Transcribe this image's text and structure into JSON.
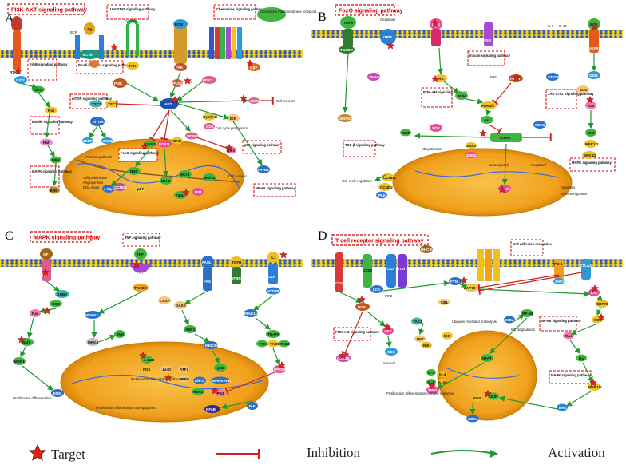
{
  "panels": [
    {
      "letter": "A",
      "title": "PI3K-AKT signaling pathway",
      "boxes": [
        "JAK/STAT signaling pathway",
        "Chemokine signaling pathway",
        "ErbB signaling pathway",
        "B cell receptor signaling pathway",
        "mTOR signaling pathway",
        "Insulin signaling pathway",
        "MAPK signaling pathway",
        "FoxO signaling pathway",
        "p53 signaling pathway",
        "NF-κB signaling pathway"
      ],
      "nodes": [
        "RTK",
        "BCR",
        "Ag",
        "BCAP",
        "Cytokine",
        "JAK",
        "ECM",
        "FAK",
        "Chemokine transmembrane receptors",
        "Grb2",
        "Syk",
        "Gβγ",
        "PI3K",
        "PIP3",
        "PDK1",
        "PKCα",
        "AKT",
        "Cell survival",
        "eNOS",
        "SOS",
        "Ras",
        "Raf",
        "MEK",
        "ERK",
        "TSC1",
        "TSC2",
        "mTOR",
        "4EBP1",
        "S6K1",
        "Protein synthesis",
        "IKK",
        "GSK3",
        "FOXO",
        "MDM2",
        "BAD",
        "p53",
        "Bcl-2",
        "Mcl-1",
        "Bcl-xL",
        "Cyclin D",
        "CDK",
        "Cell cycle progression",
        "Cell proliferation",
        "Angiogenesis",
        "DNA repair",
        "Cell survival",
        "NF-κB",
        "RXR",
        "c-Myc",
        "CCND1",
        "p27",
        "BIM",
        "FasL"
      ]
    },
    {
      "letter": "B",
      "title": "FoxO signaling pathway",
      "boxes": [
        "Insulin signaling pathway",
        "PI3K-Akt signaling pathway",
        "JAK-STAT signaling pathway",
        "TGF-β signaling pathway",
        "MAPK signaling pathway"
      ],
      "nodes": [
        "TGFβ",
        "TGFBR",
        "Glutamate",
        "GRM",
        "IGF1",
        "INSR",
        "IL-6",
        "IL-10",
        "EGF",
        "EGFR",
        "IRS",
        "PI3K",
        "PIP3",
        "PDK1/2",
        "Akt",
        "SGK",
        "PTEN",
        "Grb2",
        "SOS",
        "Ras",
        "Raf",
        "MEK1/2",
        "ERK1/2",
        "STAT3",
        "SMAD2/3",
        "SMAD4",
        "CBP",
        "SKP2",
        "MDM2",
        "FOXO",
        "CDK2",
        "Ubiquitination",
        "Deacetylated",
        "Acetylated",
        "CCND1",
        "CCND2",
        "PLK",
        "SIRT1",
        "Cell-cycle regulation",
        "Apoptosis",
        "Immune regulation"
      ]
    },
    {
      "letter": "C",
      "title": "MAPK signaling pathway",
      "boxes": [
        "TNF signaling pathway"
      ],
      "nodes": [
        "GF",
        "RTK",
        "TNF",
        "TNFR",
        "TRADD",
        "CASP",
        "FASL",
        "FAS",
        "TGFB",
        "TGFBR",
        "IL1",
        "IL1R",
        "MYD88",
        "IRAK1/4",
        "TRAF6",
        "TAK1",
        "TAB1",
        "TAB2",
        "GRB2",
        "SOS",
        "Ras",
        "Raf1",
        "MEK1",
        "ERK",
        "MEKK1",
        "MKK4",
        "JNK",
        "DAXX",
        "ASK1",
        "MKK3/6",
        "p38",
        "IKK",
        "NFκB",
        "c-JUN",
        "FOS",
        "JunD",
        "ATF2",
        "MAX",
        "Elk-1",
        "MAPKAPK",
        "HSP27",
        "P53",
        "PP2CB",
        "Proliferation differentiation inflammation",
        "Proliferation differentiation",
        "Proliferation inflammation anti-apoptosis"
      ]
    },
    {
      "letter": "D",
      "title": "T cell receptor signaling pathway",
      "boxes": [
        "Cell adhesion molecules",
        "NF-κB signaling pathway",
        "PI3K-Akt signaling pathway",
        "MAPK signaling pathway"
      ],
      "nodes": [
        "CD4",
        "CD28",
        "CD3",
        "TCR",
        "MHC-II",
        "PD-1",
        "CTLA4",
        "SHP2",
        "LCK",
        "FYN",
        "ZAP70",
        "CBL",
        "LAT",
        "SHP76",
        "PI3K",
        "PIP3",
        "AKT",
        "GSK3B",
        "TAK1",
        "PKC",
        "NFAT",
        "CD1",
        "NIK",
        "IKK",
        "IKBa",
        "NF-κB",
        "IκB Degradation",
        "Ubiquitin mediated proteolysis",
        "SOS",
        "Ras",
        "Raf",
        "MEK1/2",
        "ERK",
        "JUN",
        "FOS",
        "TNFa",
        "IL-2",
        "IL-4",
        "IL-5",
        "IL-10",
        "CDK4",
        "Survival",
        "Proliferation Differentiation Immune response"
      ]
    }
  ],
  "legend": {
    "target": "Target",
    "inhibition": "Inhibition",
    "activation": "Activation"
  },
  "colors": {
    "title_red": "#d40000",
    "membrane_blue": "#2f57c8",
    "membrane_yellow": "#f2d21a",
    "nucleus_fill": "#f4a91e",
    "activation_green": "#1f9a2f",
    "inhibition_red": "#d21f1f",
    "target_star": "#e0221b"
  }
}
